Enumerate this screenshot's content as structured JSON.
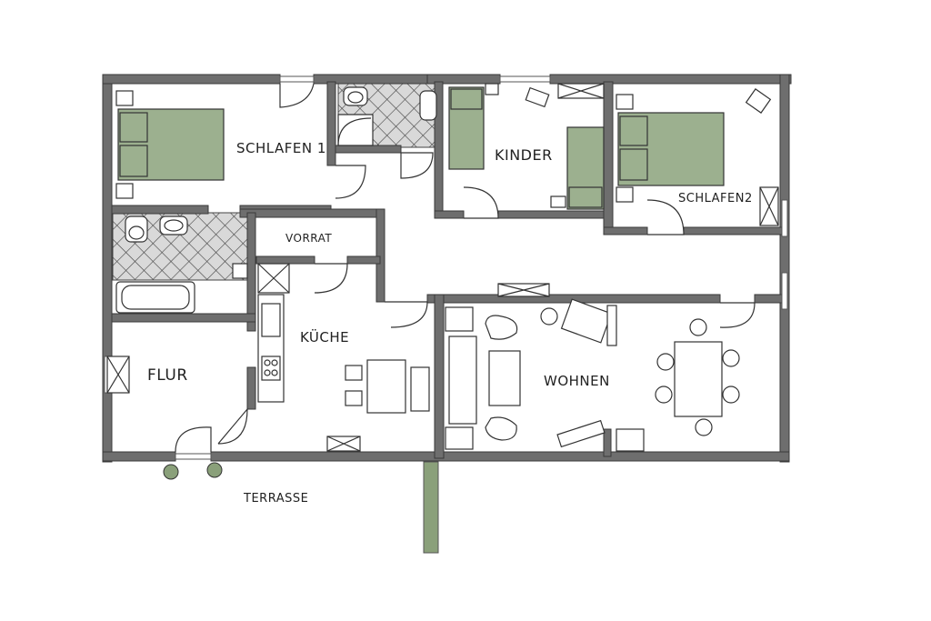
{
  "rooms": {
    "schlafen1": "SCHLAFEN 1",
    "kinder": "KINDER",
    "schlafen2": "SCHLAFEN2",
    "vorrat": "VORRAT",
    "kueche": "KÜCHE",
    "flur": "FLUR",
    "wohnen": "WOHNEN",
    "terrasse": "TERRASSE"
  },
  "colors": {
    "wall": "#6e6e6e",
    "bed": "#9cb08f",
    "tile_fill": "#d9d9d9",
    "plant": "#8aa07a"
  }
}
